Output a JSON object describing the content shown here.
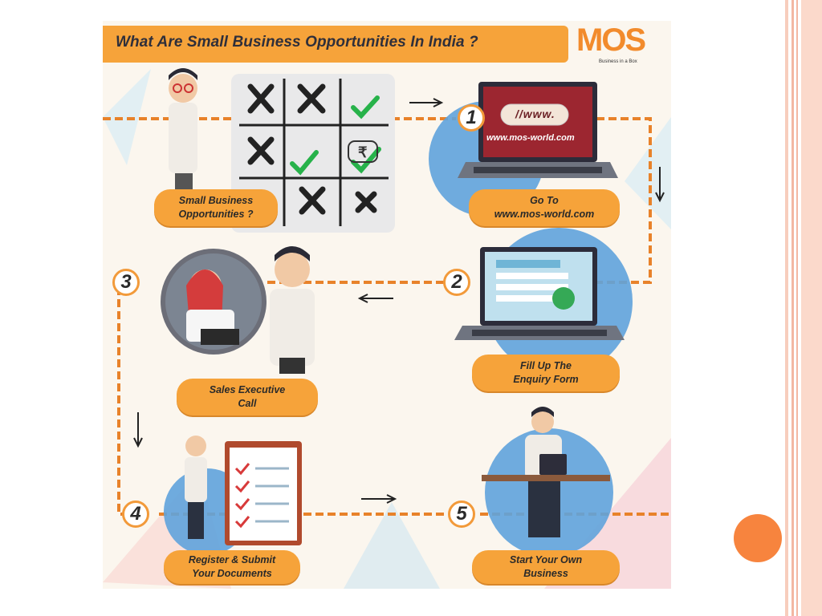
{
  "title": "What Are Small Business Opportunities In India ?",
  "logo": {
    "text": "MOS",
    "tagline": "Business in a Box"
  },
  "steps": [
    {
      "number": "1",
      "label_line1": "Go To",
      "label_line2": "www.mos-world.com"
    },
    {
      "number": "2",
      "label_line1": "Fill Up The",
      "label_line2": "Enquiry Form"
    },
    {
      "number": "3",
      "label_line1": "Sales Executive",
      "label_line2": "Call"
    },
    {
      "number": "4",
      "label_line1": "Register & Submit",
      "label_line2": "Your Documents"
    },
    {
      "number": "5",
      "label_line1": "Start Your Own",
      "label_line2": "Business"
    }
  ],
  "start_label": {
    "line1": "Small Business",
    "line2": "Opportunities ?"
  },
  "screen": {
    "www": "//www.",
    "url": "www.mos-world.com"
  },
  "colors": {
    "accent_orange": "#f6a33a",
    "dashed_line": "#e8822a",
    "dot": "#f7843e",
    "stripe": "#f5c6b4"
  }
}
